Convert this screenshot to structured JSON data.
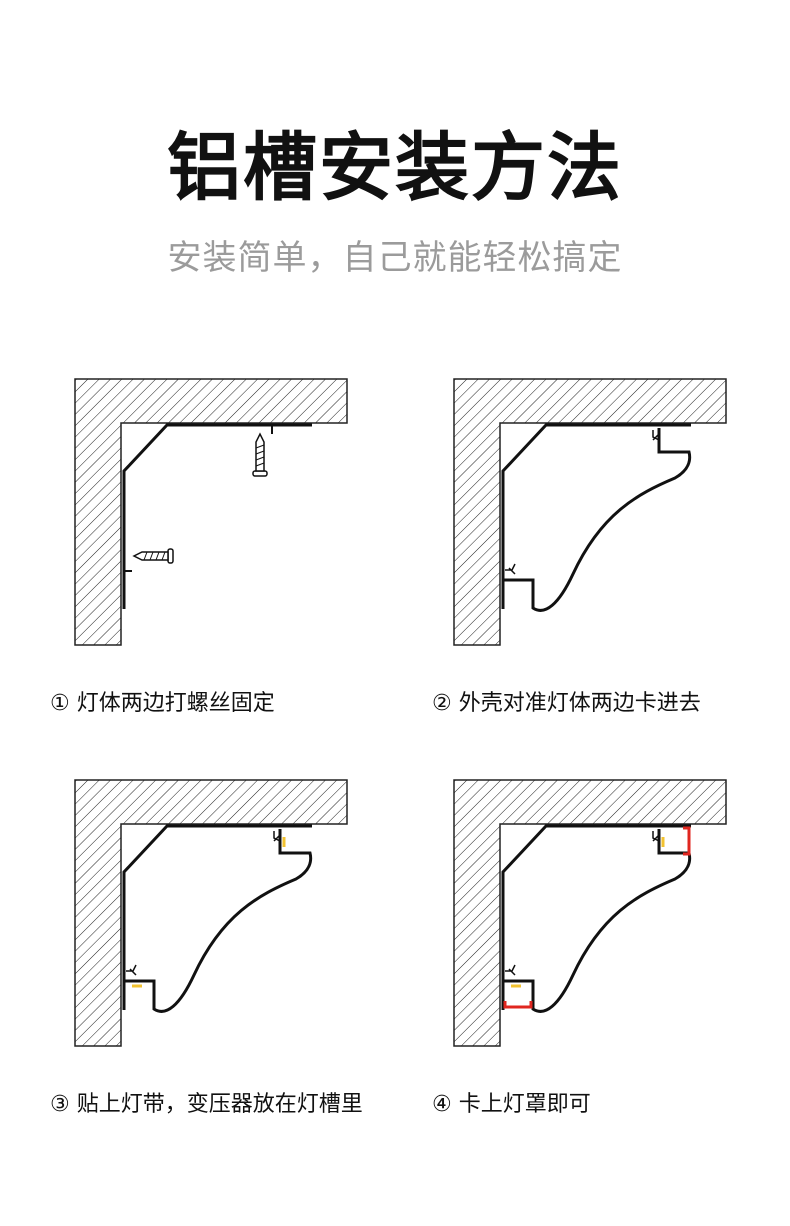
{
  "header": {
    "title": "铝槽安装方法",
    "subtitle": "安装简单，自己就能轻松搞定"
  },
  "steps": [
    {
      "caption": "① 灯体两边打螺丝固定"
    },
    {
      "caption": "② 外壳对准灯体两边卡进去"
    },
    {
      "caption": "③ 贴上灯带，变压器放在灯槽里"
    },
    {
      "caption": "④ 卡上灯罩即可"
    }
  ],
  "colors": {
    "outline": "#111111",
    "led_strip": "#f2c230",
    "lamp_cover": "#e0261f"
  }
}
